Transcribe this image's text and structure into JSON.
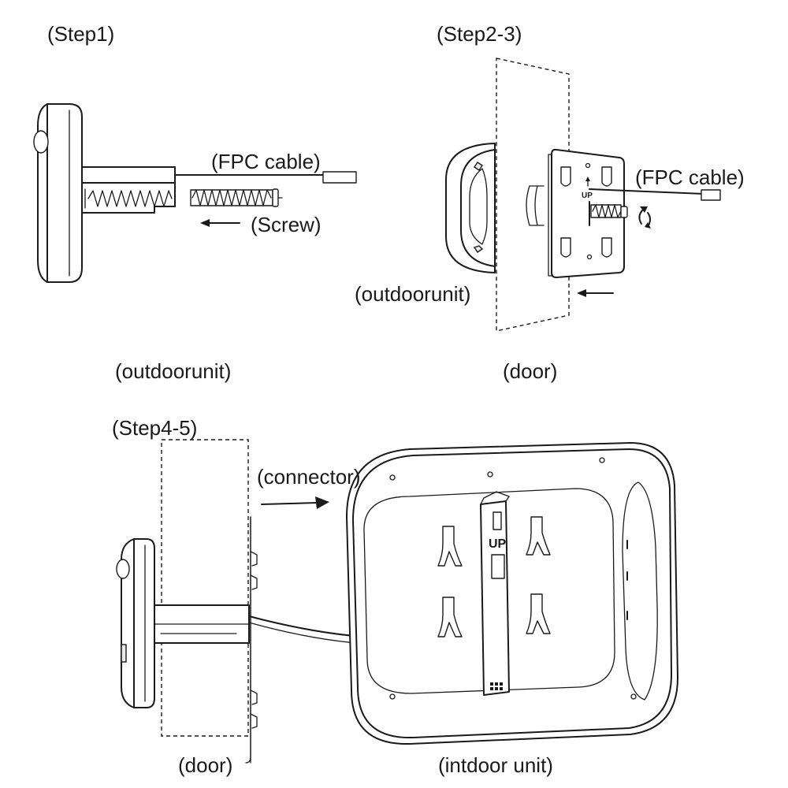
{
  "steps": {
    "step1_title": "(Step1)",
    "step23_title": "(Step2-3)",
    "step45_title": "(Step4-5)"
  },
  "step1": {
    "fpc_cable": "(FPC cable)",
    "screw": "(Screw)",
    "outdoor_unit": "(outdoorunit)"
  },
  "step23": {
    "fpc_cable": "(FPC cable)",
    "outdoor_unit": "(outdoorunit)",
    "door": "(door)",
    "up_mark": "UP"
  },
  "step45": {
    "connector": "(connector)",
    "door": "(door)",
    "indoor_unit": "(intdoor unit)",
    "up_mark": "UP"
  },
  "icons": [
    "arrow-left-icon",
    "arrow-right-icon",
    "rotate-icon"
  ]
}
